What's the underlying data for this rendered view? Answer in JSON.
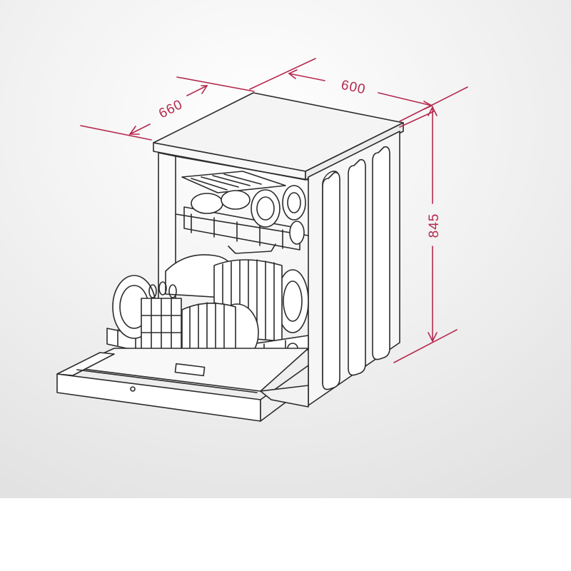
{
  "colors": {
    "dimension": "#b5294e",
    "linework": "#2b2b2b",
    "backdrop_top": "#e6e6e6",
    "backdrop_bottom": "#ffffff"
  },
  "dimensions": {
    "width": "600",
    "depth": "660",
    "height": "845"
  }
}
